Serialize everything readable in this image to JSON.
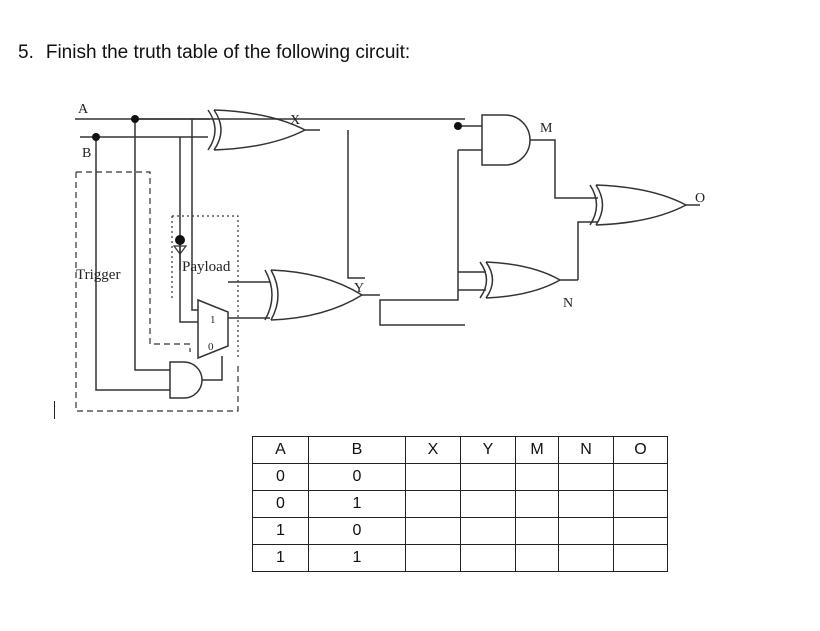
{
  "question": {
    "number": "5.",
    "text": "Finish the truth table of the following circuit:"
  },
  "circuit": {
    "labels": {
      "a": "A",
      "b": "B",
      "x": "X",
      "m": "M",
      "o": "O",
      "trigger": "Trigger",
      "payload": "Payload",
      "y": "Y",
      "n": "N",
      "mux_in1": "1",
      "mux_in0": "0"
    }
  },
  "truth_table": {
    "headers": [
      "A",
      "B",
      "X",
      "Y",
      "M",
      "N",
      "O"
    ],
    "rows": [
      [
        "0",
        "0",
        "",
        "",
        "",
        "",
        ""
      ],
      [
        "0",
        "1",
        "",
        "",
        "",
        "",
        ""
      ],
      [
        "1",
        "0",
        "",
        "",
        "",
        "",
        ""
      ],
      [
        "1",
        "1",
        "",
        "",
        "",
        "",
        ""
      ]
    ]
  }
}
